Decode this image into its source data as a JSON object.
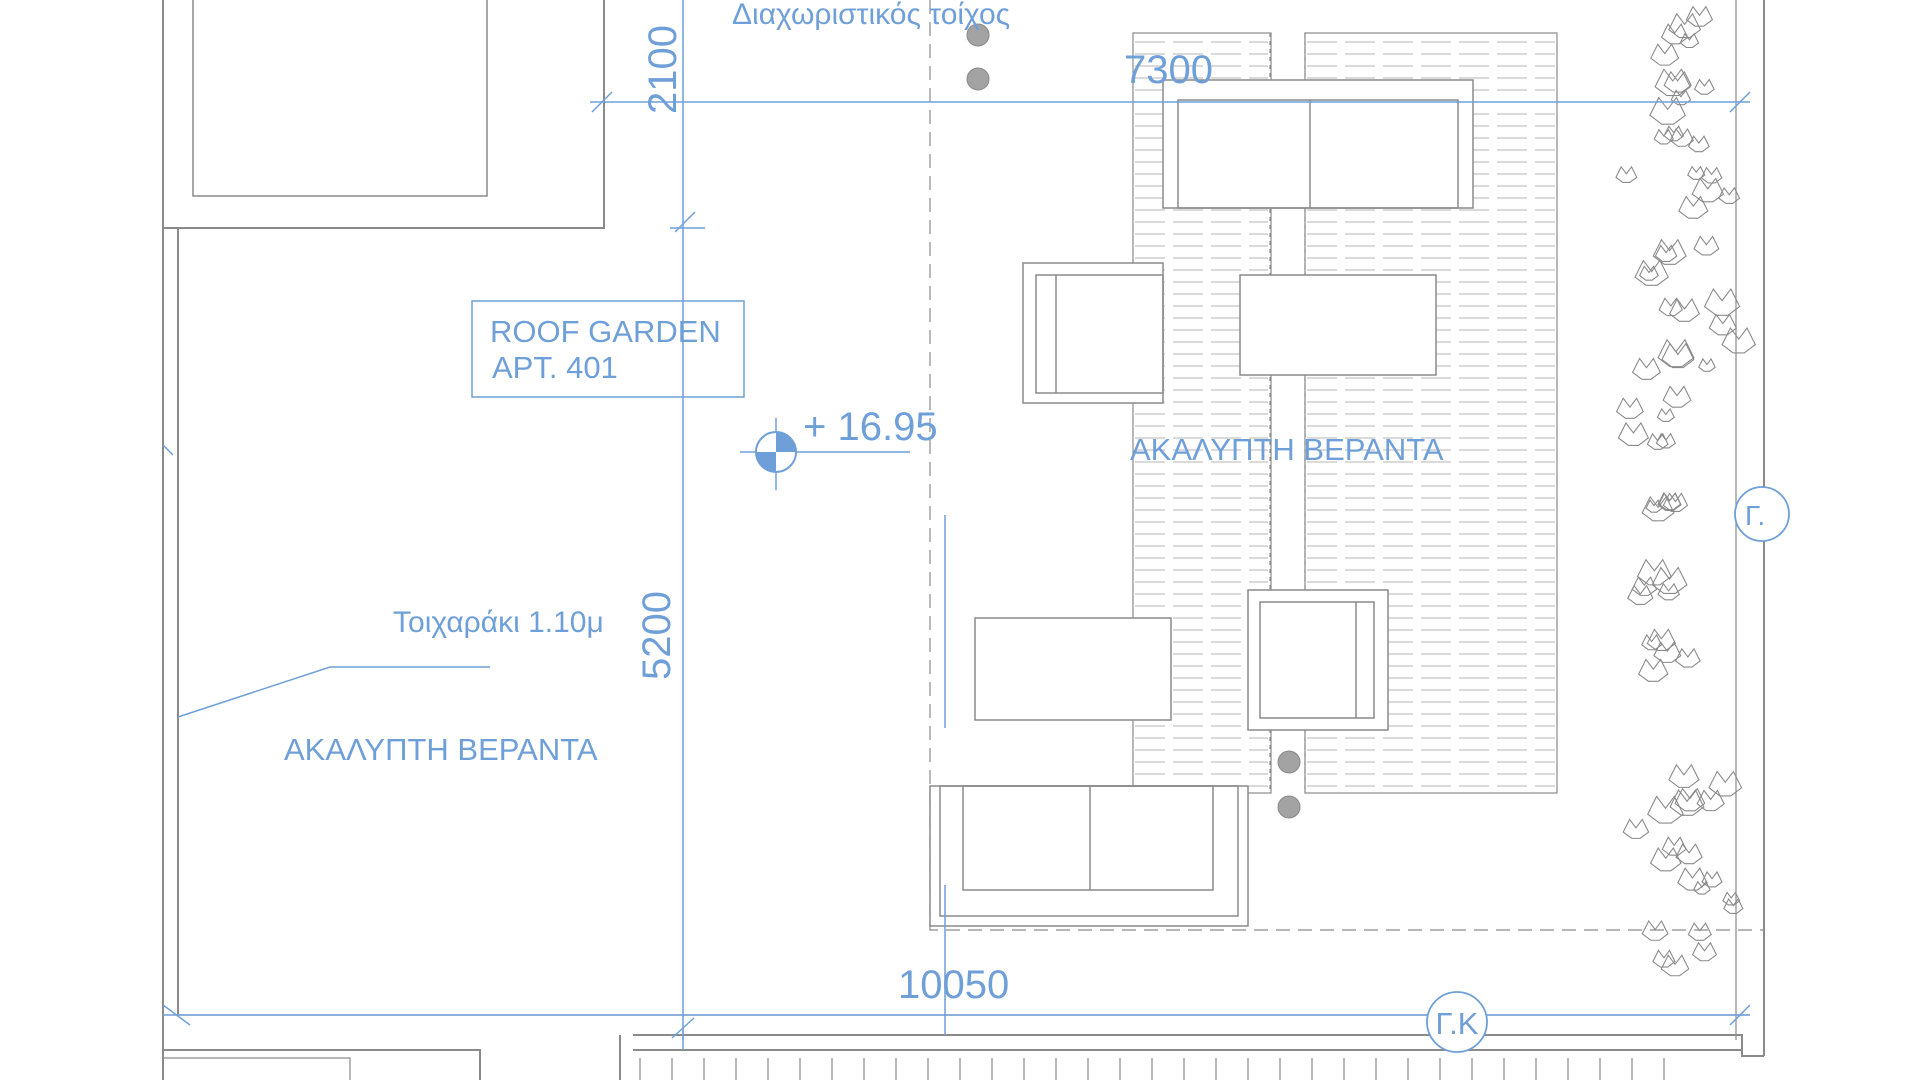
{
  "labels": {
    "partition_wall": "Διαχωριστικός τοίχος",
    "dim_top": "7300",
    "dim_left_top": "2100",
    "dim_left": "5200",
    "dim_bottom": "10050",
    "room_title_line1": "ROOF GARDEN",
    "room_title_line2": "APT. 401",
    "level": "+ 16.95",
    "veranda_right": "ΑΚΑΛΥΠΤΗ ΒΕΡΑΝΤΑ",
    "veranda_left": "ΑΚΑΛΥΠΤΗ ΒΕΡΑΝΤΑ",
    "low_wall": "Τοιχαράκι 1.10μ",
    "grid_bubble_bottom": "Γ.Κ",
    "grid_bubble_right": "Γ."
  },
  "colors": {
    "annotation_blue": "#6f9fd8",
    "linework_gray": "#8a8a8a",
    "hatch_gray": "#b5b5b5"
  }
}
